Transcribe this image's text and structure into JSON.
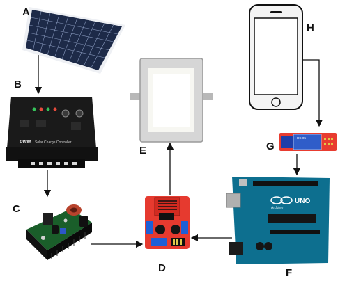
{
  "labels": {
    "solar_panel": "A",
    "charge_controller": "B",
    "dc_converter": "C",
    "motor_driver": "D",
    "led_panel": "E",
    "arduino": "F",
    "bluetooth_module": "G",
    "smartphone": "H"
  },
  "device_text": {
    "controller_brand": "PWM",
    "controller_name": "Solar Charge Controller",
    "arduino_logo": "UNO",
    "arduino_brand": "Arduino",
    "bluetooth_model": "HC-05"
  }
}
